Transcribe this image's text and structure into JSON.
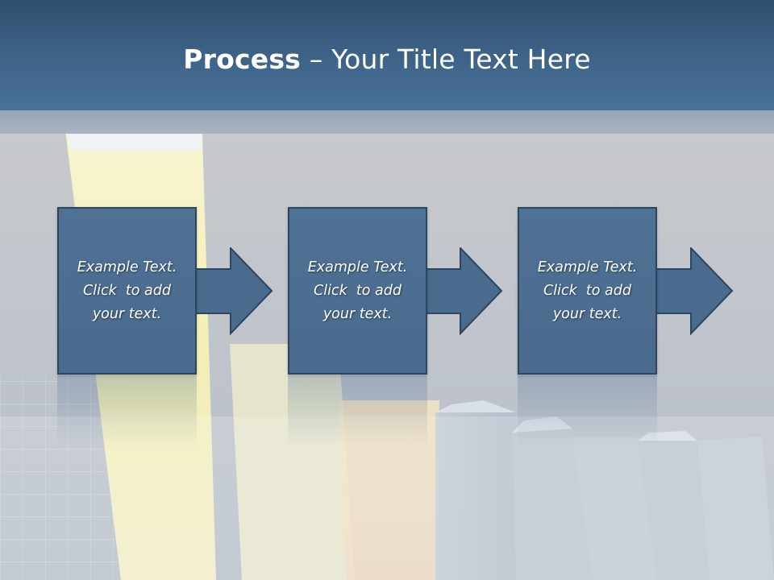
{
  "slide": {
    "title_bold": "Process",
    "title_rest": " – Your Title Text Here"
  },
  "process": {
    "steps": [
      {
        "line1": "Example Text.",
        "line2": "Click  to add",
        "line3": "your text."
      },
      {
        "line1": "Example Text.",
        "line2": "Click  to add",
        "line3": "your text."
      },
      {
        "line1": "Example Text.",
        "line2": "Click  to add",
        "line3": "your text."
      }
    ]
  },
  "colors": {
    "header": "#3f6489",
    "box_fill": "#4a6b8e",
    "box_border": "#2c4661",
    "background": "#c9cbcf",
    "accent_yellow": "#f7f2b8"
  }
}
